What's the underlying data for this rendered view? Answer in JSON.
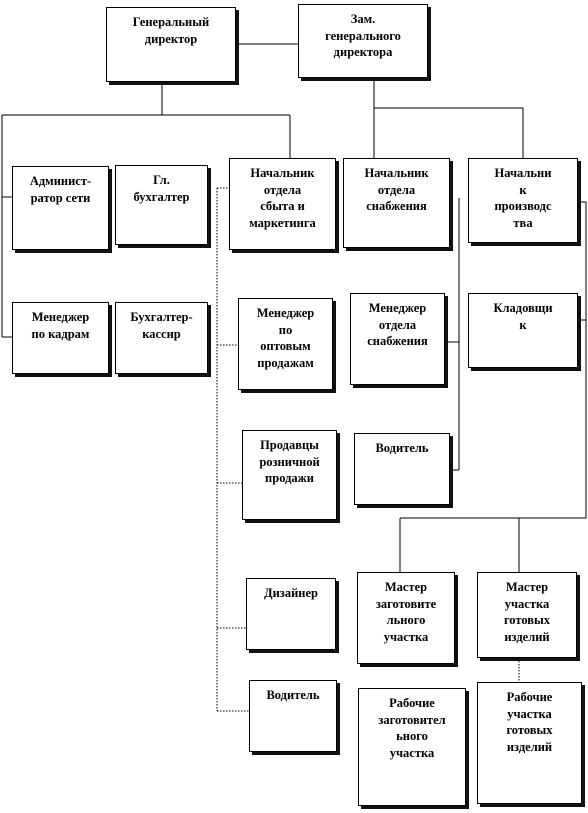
{
  "nodes": {
    "general_director": "Генеральный\nдиректор",
    "deputy_director": "Зам.\nгенерального\nдиректора",
    "network_admin": "Админист-\nратор сети",
    "chief_accountant": "Гл.\nбухгалтер",
    "head_sales_marketing": "Начальник\nотдела\nсбыта и\nмаркетинга",
    "head_supply": "Начальник\nотдела\nснабжения",
    "head_production": "Начальни\nк\nпроизводс\nтва",
    "hr_manager": "Менеджер\nпо кадрам",
    "accountant_cashier": "Бухгалтер-\nкассир",
    "wholesale_manager": "Менеджер\nпо\nоптовым\nпродажам",
    "supply_manager": "Менеджер\nотдела\nснабжения",
    "storekeeper": "Кладовщи\nк",
    "retail_sellers": "Продавцы\nрозничной\nпродажи",
    "driver_supply": "Водитель",
    "designer": "Дизайнер",
    "master_blank_section": "Мастер\nзаготовите\nльного\nучастка",
    "master_finished_section": "Мастер\nучастка\nготовых\nизделий",
    "driver_sales": "Водитель",
    "workers_blank_section": "Рабочие\nзаготовител\nьного\nучастка",
    "workers_finished_section": "Рабочие\nучастка\nготовых\nизделий"
  }
}
